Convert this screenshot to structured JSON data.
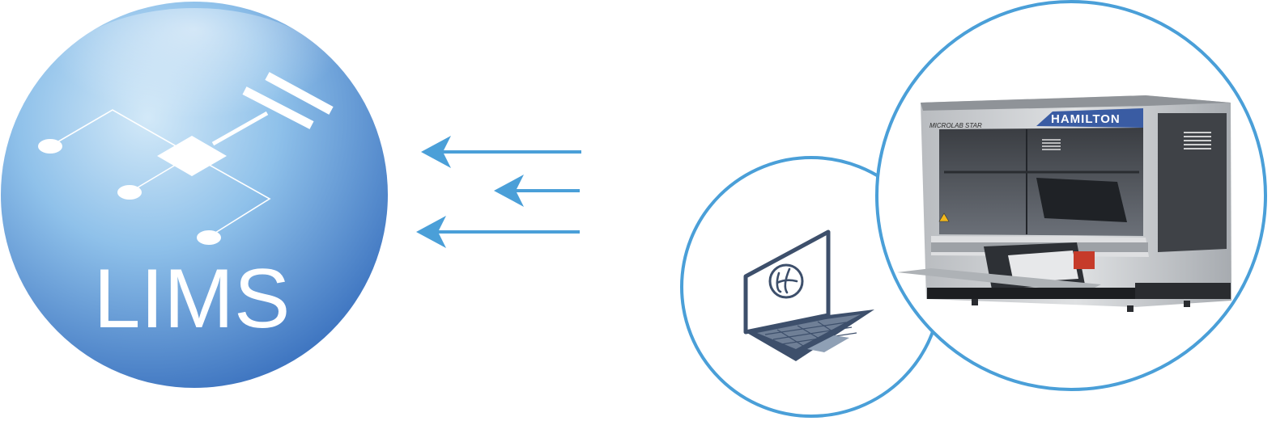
{
  "lims": {
    "label": "LIMS",
    "icon": "network-schematic-icon"
  },
  "arrows": {
    "count": 3,
    "direction": "right-to-left",
    "color": "#4a9fd8"
  },
  "instrument": {
    "brand": "HAMILTON",
    "model": "MICROLAB STAR"
  },
  "laptop": {
    "icon": "hamilton-software-logo-icon"
  },
  "colors": {
    "circle_stroke": "#4a9fd8",
    "sphere_light": "#c9e3f6",
    "sphere_dark": "#3f79c3",
    "laptop": "#3d4f6b"
  }
}
